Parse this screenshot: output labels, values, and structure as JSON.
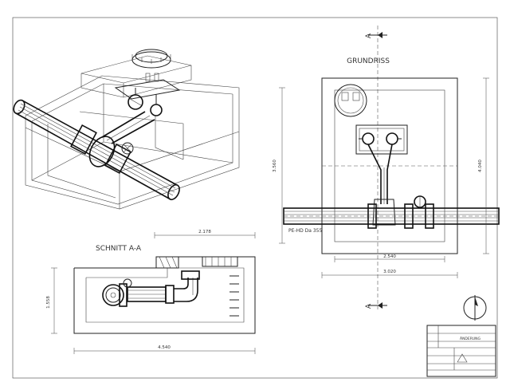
{
  "drawing": {
    "section_mark": "A",
    "plan_title": "GRUNDRISS",
    "section_title": "SCHNITT A-A",
    "pipe_label": "PE-HD Da 355",
    "dimensions": {
      "plan_height": "3.560",
      "plan_height_right": "4.040",
      "plan_width_inner": "2.540",
      "plan_width_outer": "3.020",
      "section_top": "2.178",
      "section_height": "1.558",
      "section_width": "4.540"
    },
    "title_block": {
      "revision_header": "ÄNDERUNG"
    }
  }
}
